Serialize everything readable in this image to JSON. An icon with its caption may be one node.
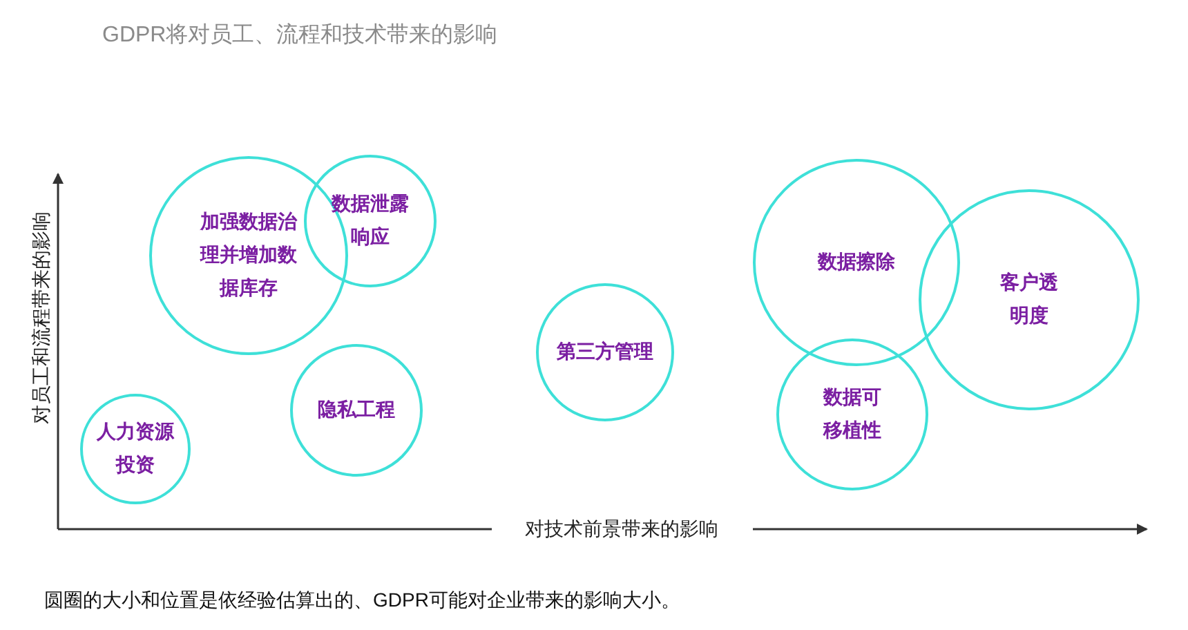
{
  "diagram": {
    "title": "GDPR将对员工、流程和技术带来的影响",
    "caption": "圆圈的大小和位置是依经验估算出的、GDPR可能对企业带来的影响大小。",
    "nodes": [
      {
        "text": [
          "加强数据治理并增加数据库存"
        ]
      },
      {
        "text": [
          "数据泄露响应"
        ]
      },
      {
        "text": [
          "隐私工程"
        ]
      },
      {
        "text": [
          "人力资源投资"
        ]
      },
      {
        "text": [
          "第三方管理"
        ]
      },
      {
        "text": [
          "数据擦除"
        ]
      },
      {
        "text": [
          "客户透明度"
        ]
      },
      {
        "text": [
          "数据可移植性"
        ]
      }
    ],
    "labels": [
      "对员工和流程带来的影响",
      "对技术前景带来的影响"
    ]
  }
}
